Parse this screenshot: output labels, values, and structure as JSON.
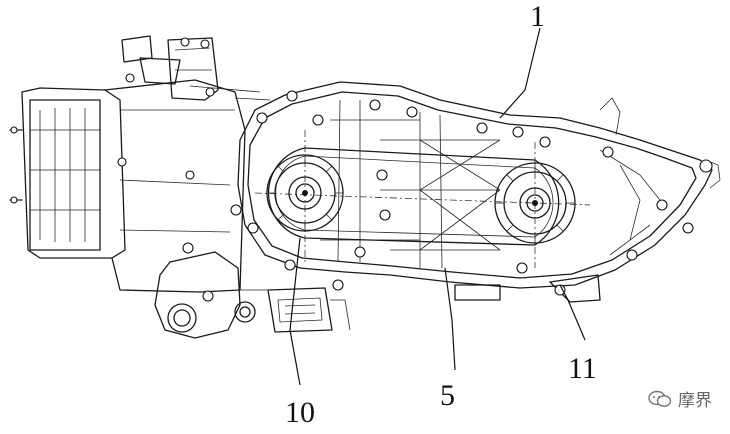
{
  "diagram": {
    "callouts": [
      {
        "id": "c1",
        "label": "1"
      },
      {
        "id": "c5",
        "label": "5"
      },
      {
        "id": "c10",
        "label": "10"
      },
      {
        "id": "c11",
        "label": "11"
      }
    ]
  },
  "watermark": {
    "text": "摩界",
    "icon": "wechat-chat-icon"
  }
}
